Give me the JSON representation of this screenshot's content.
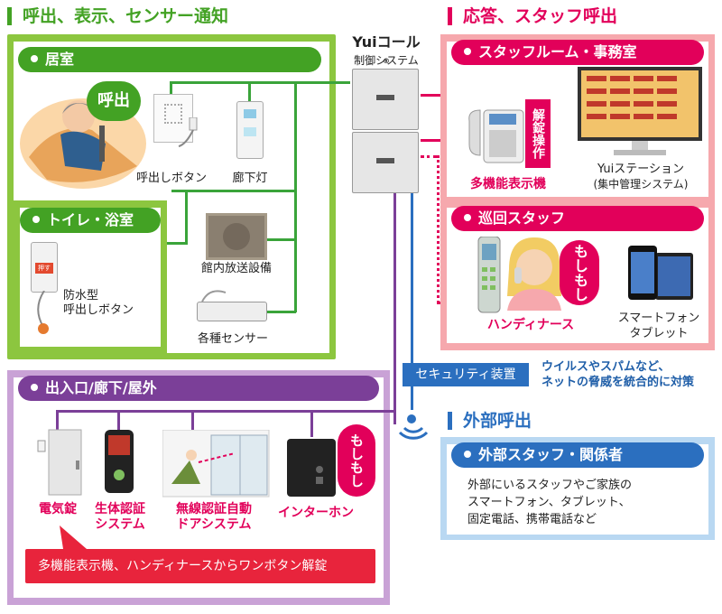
{
  "left_section": {
    "title": "呼出、表示、センサー通知",
    "room": {
      "header": "居室",
      "call_bubble": "呼出",
      "call_button": "呼出しボタン",
      "hall_light": "廊下灯"
    },
    "toilet": {
      "header": "トイレ・浴室",
      "push_label": "押す",
      "waterproof_button": "防水型\n呼出しボタン"
    },
    "pa_system": "館内放送設備",
    "sensors": "各種センサー"
  },
  "control": {
    "brand": "Yuiコール",
    "reg": "®",
    "subtitle": "制御システム"
  },
  "right_section": {
    "title": "応答、スタッフ呼出",
    "staff_room": {
      "header": "スタッフルーム・事務室",
      "unlock": "解錠操作",
      "multi_display": "多機能表示機",
      "station": "Yuiステーション",
      "station_sub": "(集中管理システム)"
    },
    "patrol": {
      "header": "巡回スタッフ",
      "moshimoshi": "もしもし",
      "handy": "ハンディナース",
      "smartphone": "スマートフォン\nタブレット"
    }
  },
  "security": {
    "label": "セキュリティ装置",
    "desc": "ウイルスやスパムなど、\nネットの脅威を統合的に対策"
  },
  "entrance": {
    "header": "出入口/廊下/屋外",
    "items": [
      "電気錠",
      "生体認証\nシステム",
      "無線認証自動\nドアシステム",
      "インターホン"
    ],
    "moshimoshi": "もしもし",
    "note": "多機能表示機、ハンディナースからワンボタン解錠"
  },
  "external": {
    "title": "外部呼出",
    "header": "外部スタッフ・関係者",
    "desc": "外部にいるスタッフやご家族の\nスマートフォン、タブレット、\n固定電話、携帯電話など"
  },
  "colors": {
    "green": "#8cc63f",
    "green_dark": "#43a224",
    "pink": "#e2005a",
    "pink_bg": "#f6a8ad",
    "purple": "#7b3f98",
    "purple_bg": "#c9a2d6",
    "blue": "#2b6fbf",
    "blue_bg": "#b9d8f2"
  }
}
